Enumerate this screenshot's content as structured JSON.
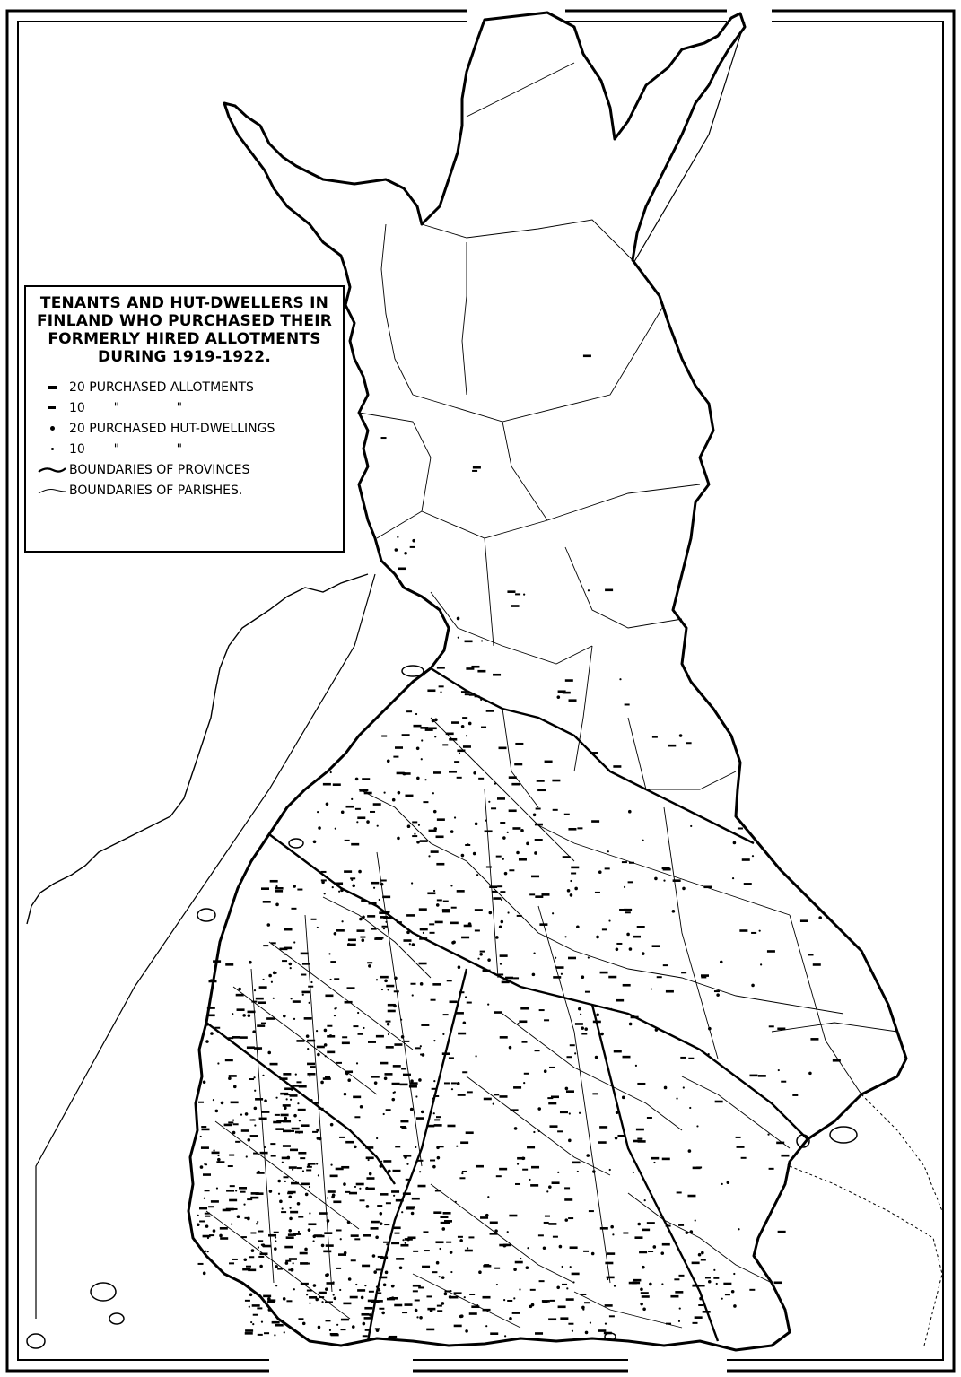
{
  "legend": {
    "title_lines": [
      "TENANTS AND HUT-DWELLERS IN",
      "FINLAND WHO PURCHASED THEIR",
      "FORMERLY HIRED ALLOTMENTS",
      "DURING 1919-1922."
    ],
    "items": [
      {
        "symbol": "dash-large",
        "label": "20 PURCHASED ALLOTMENTS"
      },
      {
        "symbol": "dash-small",
        "label": "10",
        "ditto": "\"",
        "ditto2": "\""
      },
      {
        "symbol": "dot-large",
        "label": "20 PURCHASED HUT-DWELLINGS"
      },
      {
        "symbol": "dot-small",
        "label": "10",
        "ditto": "\"",
        "ditto2": "\""
      },
      {
        "symbol": "province-line",
        "label": "BOUNDARIES OF PROVINCES"
      },
      {
        "symbol": "parish-line",
        "label": "BOUNDARIES OF PARISHES."
      }
    ]
  },
  "colors": {
    "ink": "#000000",
    "paper": "#ffffff"
  }
}
